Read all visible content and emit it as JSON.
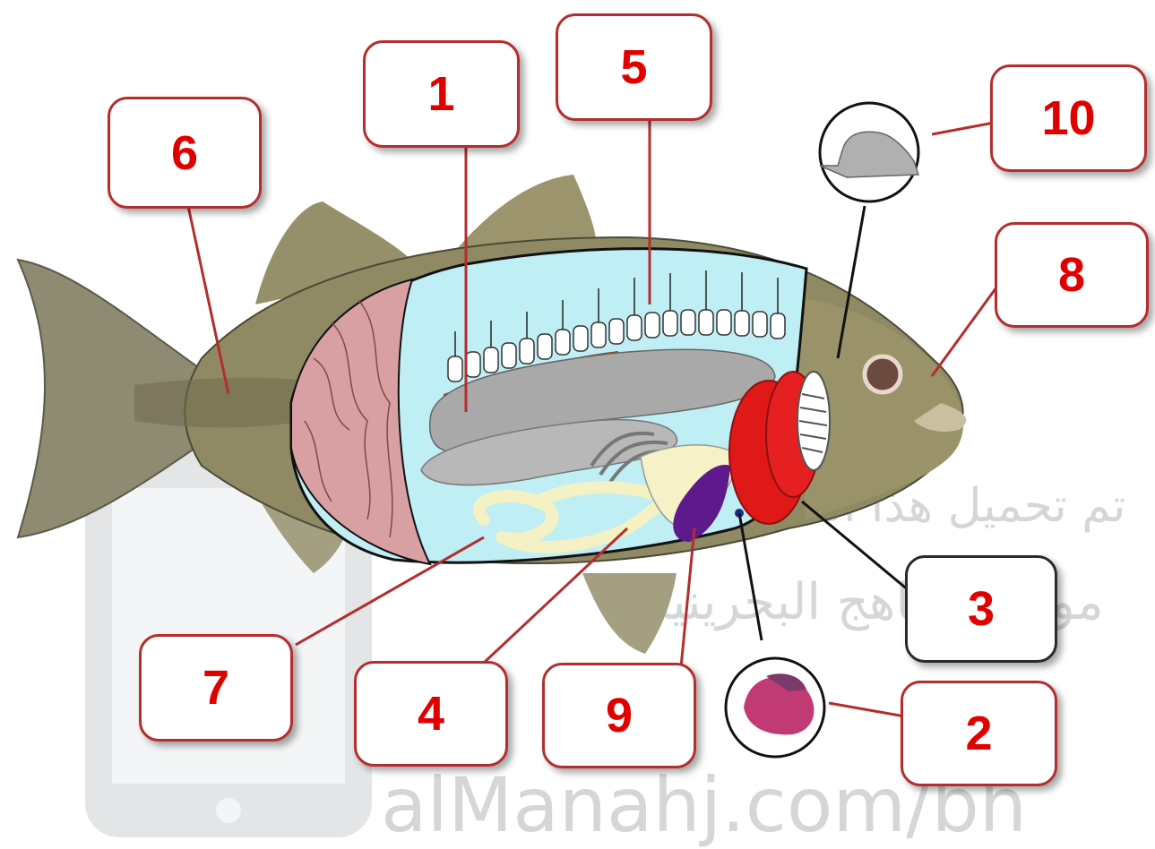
{
  "labels": [
    "1",
    "2",
    "3",
    "4",
    "5",
    "6",
    "7",
    "8",
    "9",
    "10"
  ],
  "watermark": {
    "line1": "تم تحميل هذا الملف من",
    "line2": "موقع المناهج البحرينية",
    "site": "alManahj.com/bh"
  },
  "colors": {
    "label_border": "#b52d2d",
    "label_text": "#e00000",
    "body_cavity": "#bfeef5",
    "muscle": "#d9a0a3",
    "gills": "#e01818",
    "spleen": "#5e1a8c",
    "intestine": "#f4f1c4",
    "gray_organs": "#a9a9a9",
    "fish_skin": "#8f8a63"
  }
}
